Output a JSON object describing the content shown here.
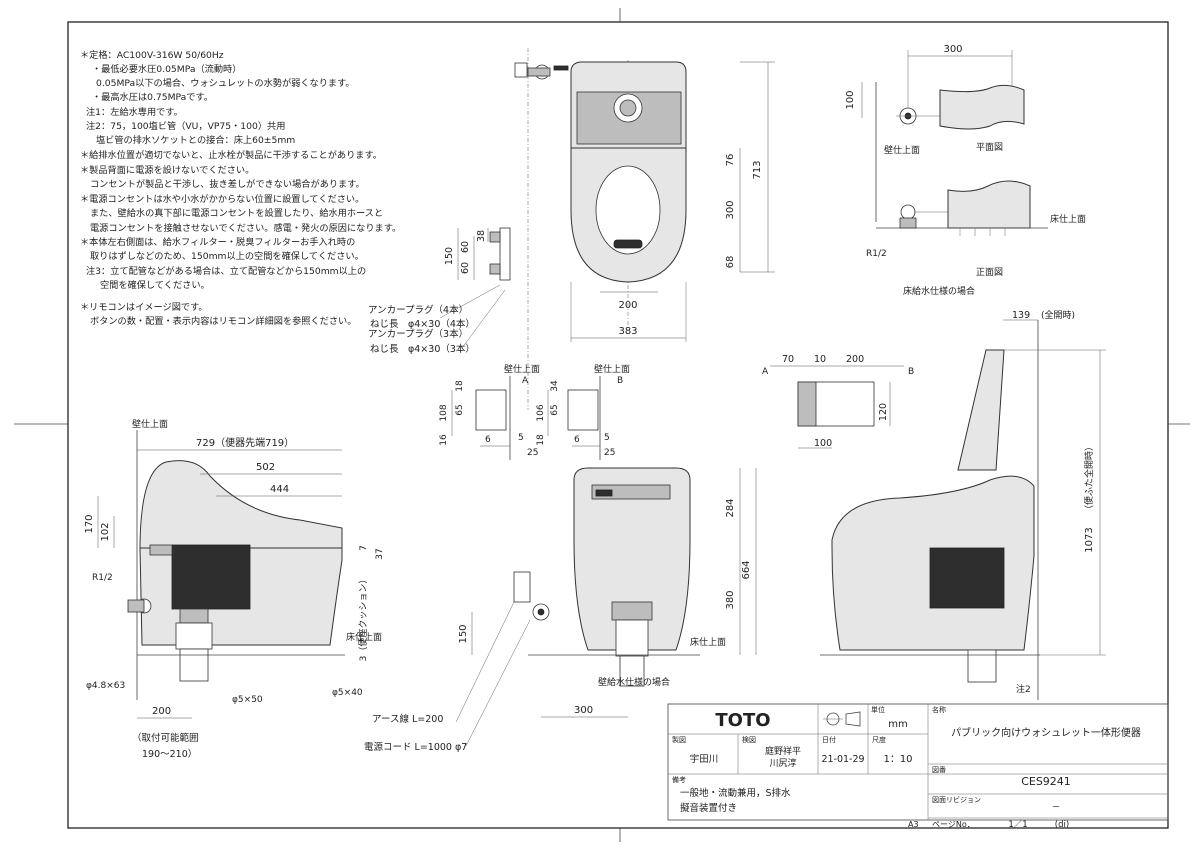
{
  "notes": [
    "＊定格：AC100V-316W 50/60Hz",
    "・最低必要水圧0.05MPa（流動時）",
    "0.05MPa以下の場合、ウォシュレットの水勢が弱くなります。",
    "・最高水圧は0.75MPaです。",
    "注1：左給水専用です。",
    "注2：75，100塩ビ管（VU，VP75・100）共用",
    "塩ビ管の排水ソケットとの接合：床上60±5mm",
    "＊給排水位置が適切でないと、止水栓が製品に干渉することがあります。",
    "＊製品背面に電源を設けないでください。",
    "コンセントが製品と干渉し、抜き差しができない場合があります。",
    "＊電源コンセントは水や小水がかからない位置に設置してください。",
    "また、壁給水の真下部に電源コンセントを設置したり、給水用ホースと",
    "電源コンセントを接触させないでください。感電・発火の原因になります。",
    "＊本体左右側面は、給水フィルター・脱臭フィルターお手入れ時の",
    "取りはずしなどのため、150mm以上の空間を確保してください。",
    "注3：立て配管などがある場合は、立て配管などから150mm以上の",
    "空間を確保してください。",
    "＊リモコンはイメージ図です。",
    "ボタンの数・配置・表示内容はリモコン詳細図を参照ください。"
  ],
  "labels": {
    "wall_top": "壁仕上面",
    "floor_top": "床仕上面",
    "anchor4_title": "アンカープラグ（4本）",
    "anchor4_screw": "ねじ長　φ4×30（4本）",
    "anchor3_title": "アンカープラグ（3本）",
    "anchor3_screw": "ねじ長　φ4×30（3本）",
    "plan_view": "平面図",
    "front_view": "正面図",
    "floor_supply_case": "床給水仕様の場合",
    "wall_supply_case": "壁給水仕様の場合",
    "r12": "R1/2",
    "r12b": "R1/2",
    "earth": "アース線 L=200",
    "cord": "電源コード L=1000 φ7",
    "seat_cushion": "3（便座クッション）",
    "range_title": "（取付可能範囲",
    "range_value": "190～210）",
    "d48": "φ4.8×63",
    "d550": "φ5×50",
    "d540": "φ5×40",
    "note2": "注2",
    "full_open": "(全開時)",
    "full_height": "（便ふた全開時）",
    "A": "A",
    "B": "B"
  },
  "dims": {
    "d300_top": "300",
    "d100_top": "100",
    "d713": "713",
    "d76": "76",
    "d300_plan": "300",
    "d68": "68",
    "d200_plan": "200",
    "d383": "383",
    "d150": "150",
    "d60a": "60",
    "d60b": "60",
    "d38": "38",
    "d18a": "18",
    "d108": "108",
    "d65a": "65",
    "d16": "16",
    "d6a": "6",
    "d5a": "5",
    "d25a": "25",
    "d34": "34",
    "d106": "106",
    "d65b": "65",
    "d18b": "18",
    "d6b": "6",
    "d5b": "5",
    "d25b": "25",
    "d70": "70",
    "d10": "10",
    "d200_ab": "200",
    "d120": "120",
    "d100_ab": "100",
    "d139": "139",
    "d729": "729（便器先端719）",
    "d502": "502",
    "d444": "444",
    "d170": "170",
    "d102": "102",
    "d7": "7",
    "d37": "37",
    "d284": "284",
    "d664": "664",
    "d380": "380",
    "d150_front": "150",
    "d300_front": "300",
    "d200_side": "200",
    "d1073": "1073"
  },
  "title_block": {
    "brand": "TOTO",
    "unit_label": "単位",
    "unit": "mm",
    "name_label": "名称",
    "name": "パブリック向けウォシュレット一体形便器",
    "drafter_label": "製図",
    "drafter": "宇田川",
    "checker_label": "検図",
    "checker1": "庭野祥平",
    "checker2": "川尻淳",
    "date_label": "日付",
    "date": "21-01-29",
    "scale_label": "尺度",
    "scale": "1：10",
    "model_label": "図番",
    "model": "CES9241",
    "remarks_label": "備考",
    "remarks1": "一般地・流動兼用，S排水",
    "remarks2": "擬音装置付き",
    "revision_label": "図面リビジョン",
    "revision": "－",
    "sheet_size": "A3",
    "page_label": "ページNo．",
    "page": "1／1",
    "page_code": "(di)"
  }
}
